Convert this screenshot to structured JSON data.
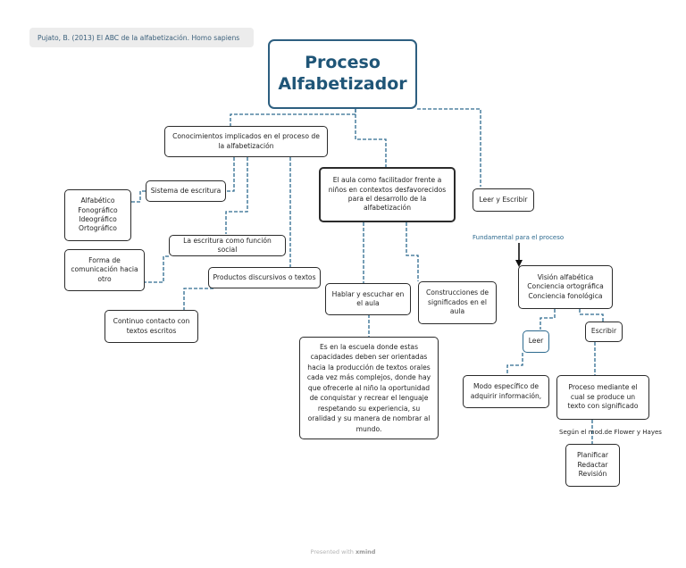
{
  "citation": "Pujato, B. (2013) El ABC de la alfabetización. Homo sapiens",
  "root": {
    "line1": "Proceso",
    "line2": "Alfabetizador"
  },
  "nodes": {
    "conocimientos": "Conocimientos implicados en el proceso de la alfabetización",
    "sistema_escritura": "Sistema de escritura",
    "tipos_escritura": [
      "Alfabético",
      "Fonográfico",
      "Ideográfico",
      "Ortográfico"
    ],
    "funcion_social": "La escritura como función social",
    "forma_comunicacion": "Forma de comunicación hacia otro",
    "productos": "Productos discursivos o textos",
    "contacto": "Continuo contacto con textos escritos",
    "aula": "El aula como facilitador frente a niños en contextos desfavorecidos para el desarrollo de la alfabetización",
    "hablar": "Hablar y escuchar en el aula",
    "construcciones": "Construcciones de significados en el aula",
    "escuela": "Es en la escuela donde estas capacidades deben ser orientadas hacia la producción de textos orales cada vez más complejos, donde hay que ofrecerle al niño la oportunidad de conquistar y recrear el lenguaje respetando su experiencia, su oralidad y su manera de nombrar al mundo.",
    "leer_escribir": "Leer y Escribir",
    "fundamental": "Fundamental para el proceso",
    "vision": [
      "Visión alfabética",
      "Conciencia ortográfica",
      "Conciencia fonológica"
    ],
    "leer": "Leer",
    "escribir": "Escribir",
    "modo": "Modo específico de adquirir información,",
    "proceso_mediante": "Proceso mediante el cual se produce un texto con significado",
    "segun": "Según el mod.de Flower y Hayes",
    "planificar": [
      "Planificar",
      "Redactar",
      "Revisión"
    ]
  },
  "footer": {
    "prefix": "Presented with",
    "brand": "xmind"
  },
  "colors": {
    "connector": "#2d6a8f",
    "root_text": "#1f5577",
    "solid_arrow": "#111111"
  }
}
